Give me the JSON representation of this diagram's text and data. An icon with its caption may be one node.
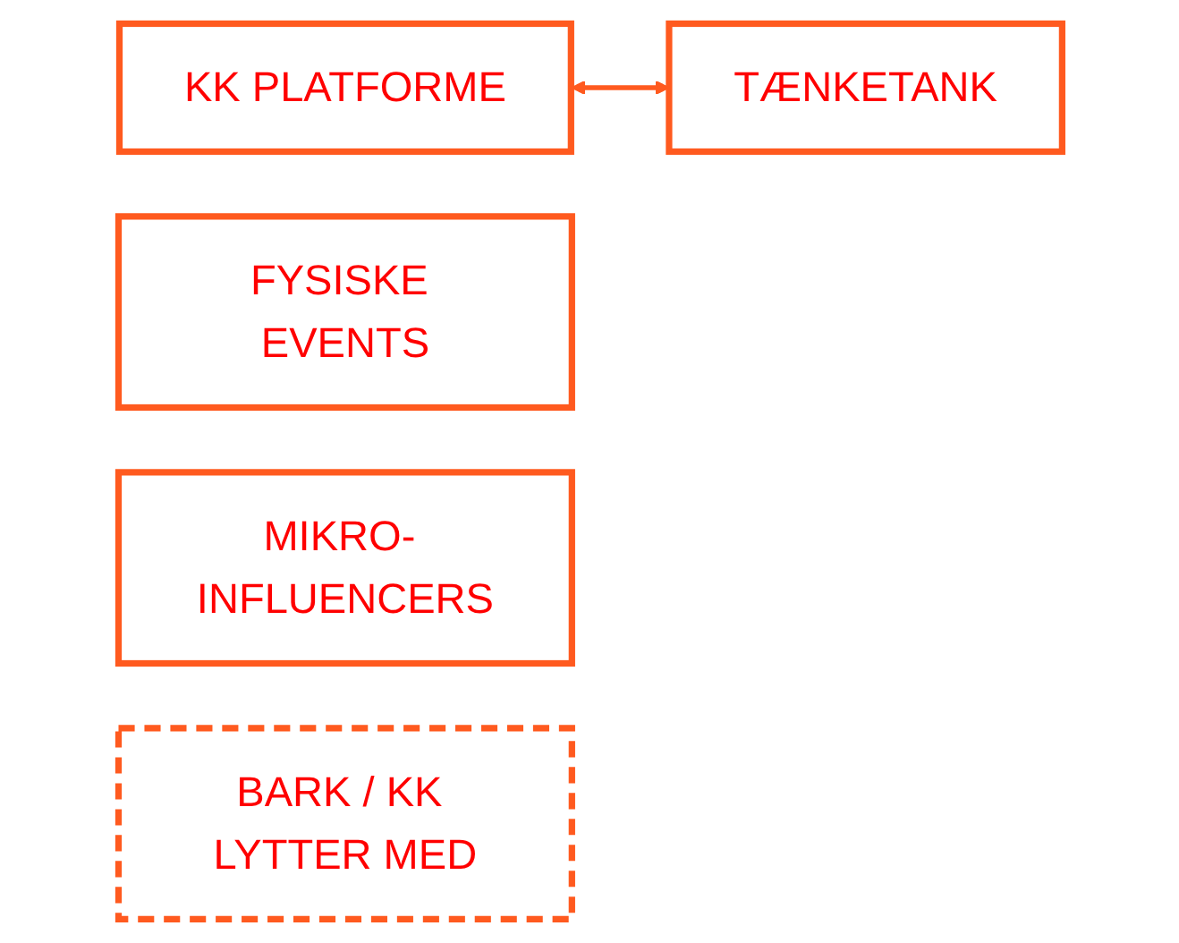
{
  "diagram": {
    "nodes": [
      {
        "text": [
          "KK PLATFORME"
        ]
      },
      {
        "text": [
          "FYSISKE EVENTS"
        ]
      },
      {
        "text": [
          "TÆNKETANK"
        ]
      },
      {
        "text": [
          "MIKRO- INFLUENCERS"
        ]
      },
      {
        "text": [
          "BARK / KK LYTTER MED"
        ]
      }
    ],
    "edges": [
      {
        "from": 0,
        "to": 2,
        "arrow": "both"
      }
    ]
  }
}
